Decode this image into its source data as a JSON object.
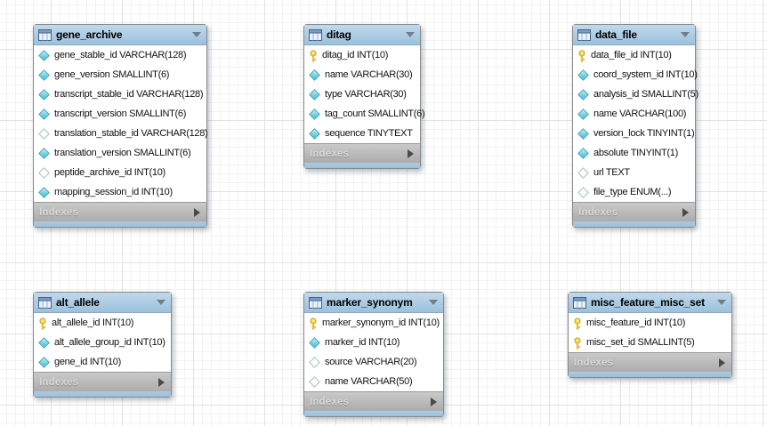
{
  "diagram": {
    "footer_label": "Indexes",
    "colors": {
      "table_header_bg": "#a5c7e1",
      "table_footer_bg": "#b4b4b4",
      "table_body_bg": "#ffffff",
      "primary_key_icon_color": "#f2d245",
      "diamond_filled_color": "#73d2e2",
      "grid_minor": "#f2f2f2",
      "grid_major": "#e2e2e2"
    },
    "tables": [
      {
        "name": "gene_archive",
        "columns": [
          {
            "icon": "diamond-filled-icon",
            "text": "gene_stable_id VARCHAR(128)"
          },
          {
            "icon": "diamond-filled-icon",
            "text": "gene_version SMALLINT(6)"
          },
          {
            "icon": "diamond-filled-icon",
            "text": "transcript_stable_id VARCHAR(128)"
          },
          {
            "icon": "diamond-filled-icon",
            "text": "transcript_version SMALLINT(6)"
          },
          {
            "icon": "diamond-hollow-icon",
            "text": "translation_stable_id VARCHAR(128)"
          },
          {
            "icon": "diamond-filled-icon",
            "text": "translation_version SMALLINT(6)"
          },
          {
            "icon": "diamond-hollow-icon",
            "text": "peptide_archive_id INT(10)"
          },
          {
            "icon": "diamond-filled-icon",
            "text": "mapping_session_id INT(10)"
          }
        ]
      },
      {
        "name": "ditag",
        "columns": [
          {
            "icon": "key-icon",
            "text": "ditag_id INT(10)"
          },
          {
            "icon": "diamond-filled-icon",
            "text": "name VARCHAR(30)"
          },
          {
            "icon": "diamond-filled-icon",
            "text": "type VARCHAR(30)"
          },
          {
            "icon": "diamond-filled-icon",
            "text": "tag_count SMALLINT(6)"
          },
          {
            "icon": "diamond-filled-icon",
            "text": "sequence TINYTEXT"
          }
        ]
      },
      {
        "name": "data_file",
        "columns": [
          {
            "icon": "key-icon",
            "text": "data_file_id INT(10)"
          },
          {
            "icon": "diamond-filled-icon",
            "text": "coord_system_id INT(10)"
          },
          {
            "icon": "diamond-filled-icon",
            "text": "analysis_id SMALLINT(5)"
          },
          {
            "icon": "diamond-filled-icon",
            "text": "name VARCHAR(100)"
          },
          {
            "icon": "diamond-filled-icon",
            "text": "version_lock TINYINT(1)"
          },
          {
            "icon": "diamond-filled-icon",
            "text": "absolute TINYINT(1)"
          },
          {
            "icon": "diamond-hollow-icon",
            "text": "url TEXT"
          },
          {
            "icon": "diamond-hollow-icon",
            "text": "file_type ENUM(...)"
          }
        ]
      },
      {
        "name": "alt_allele",
        "columns": [
          {
            "icon": "key-icon",
            "text": "alt_allele_id INT(10)"
          },
          {
            "icon": "diamond-filled-icon",
            "text": "alt_allele_group_id INT(10)"
          },
          {
            "icon": "diamond-filled-icon",
            "text": "gene_id INT(10)"
          }
        ]
      },
      {
        "name": "marker_synonym",
        "columns": [
          {
            "icon": "key-icon",
            "text": "marker_synonym_id INT(10)"
          },
          {
            "icon": "diamond-filled-icon",
            "text": "marker_id INT(10)"
          },
          {
            "icon": "diamond-hollow-icon",
            "text": "source VARCHAR(20)"
          },
          {
            "icon": "diamond-hollow-icon",
            "text": "name VARCHAR(50)"
          }
        ]
      },
      {
        "name": "misc_feature_misc_set",
        "columns": [
          {
            "icon": "key-icon",
            "text": "misc_feature_id INT(10)"
          },
          {
            "icon": "key-icon",
            "text": "misc_set_id SMALLINT(5)"
          }
        ]
      }
    ]
  }
}
